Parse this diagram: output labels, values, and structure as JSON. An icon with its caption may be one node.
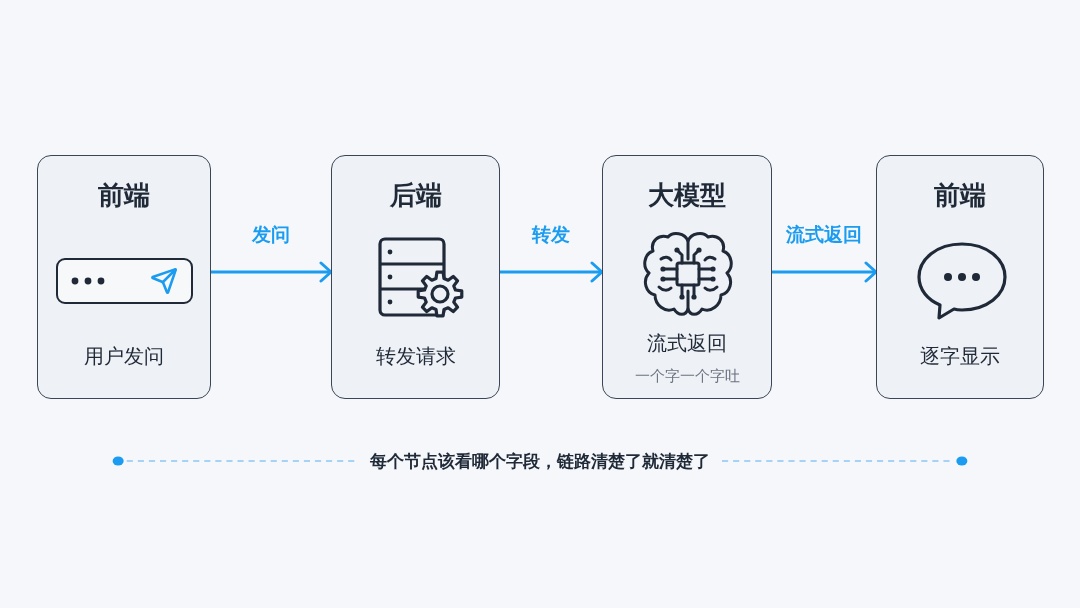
{
  "diagram": {
    "nodes": [
      {
        "text": [
          "前端",
          "用户发问"
        ]
      },
      {
        "text": [
          "后端",
          "转发请求"
        ]
      },
      {
        "text": [
          "大模型",
          "流式返回",
          "一个字一个字吐"
        ]
      },
      {
        "text": [
          "前端",
          "逐字显示"
        ]
      }
    ],
    "edges": [
      {
        "from": 0,
        "to": 1,
        "arrow": "to",
        "label": "发问"
      },
      {
        "from": 1,
        "to": 2,
        "arrow": "to",
        "label": "转发"
      },
      {
        "from": 2,
        "to": 3,
        "arrow": "to",
        "label": "流式返回"
      }
    ],
    "labels": [
      "每个节点该看哪个字段，链路清楚了就清楚了"
    ]
  }
}
